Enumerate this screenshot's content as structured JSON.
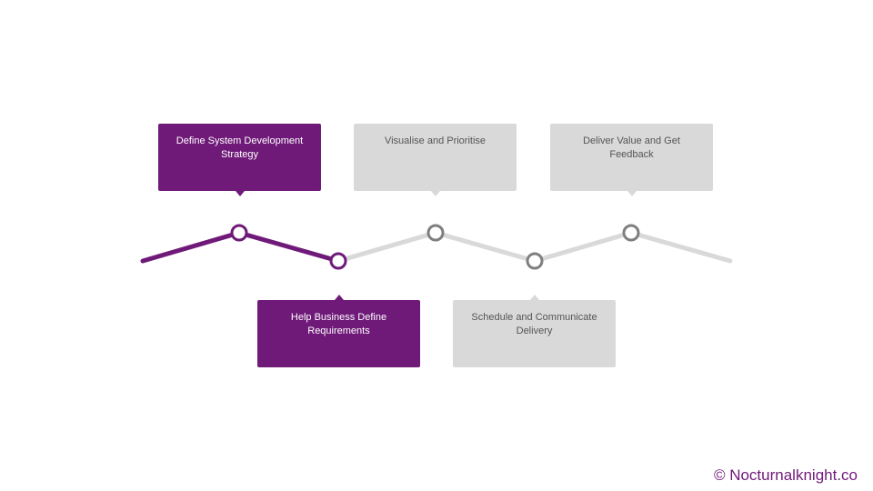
{
  "colors": {
    "active": "#6f1a79",
    "inactive": "#d9d9d9",
    "inactive_node": "#7f7f7f",
    "active_text": "#ffffff",
    "inactive_text": "#555555"
  },
  "steps": [
    {
      "label": "Define System Development Strategy",
      "status": "active"
    },
    {
      "label": "Help Business Define Requirements",
      "status": "active"
    },
    {
      "label": "Visualise and Prioritise",
      "status": "inactive"
    },
    {
      "label": "Schedule and Communicate Delivery",
      "status": "inactive"
    },
    {
      "label": "Deliver Value and Get Feedback",
      "status": "inactive"
    }
  ],
  "footer": {
    "copyright": "© Nocturnalknight.co"
  }
}
